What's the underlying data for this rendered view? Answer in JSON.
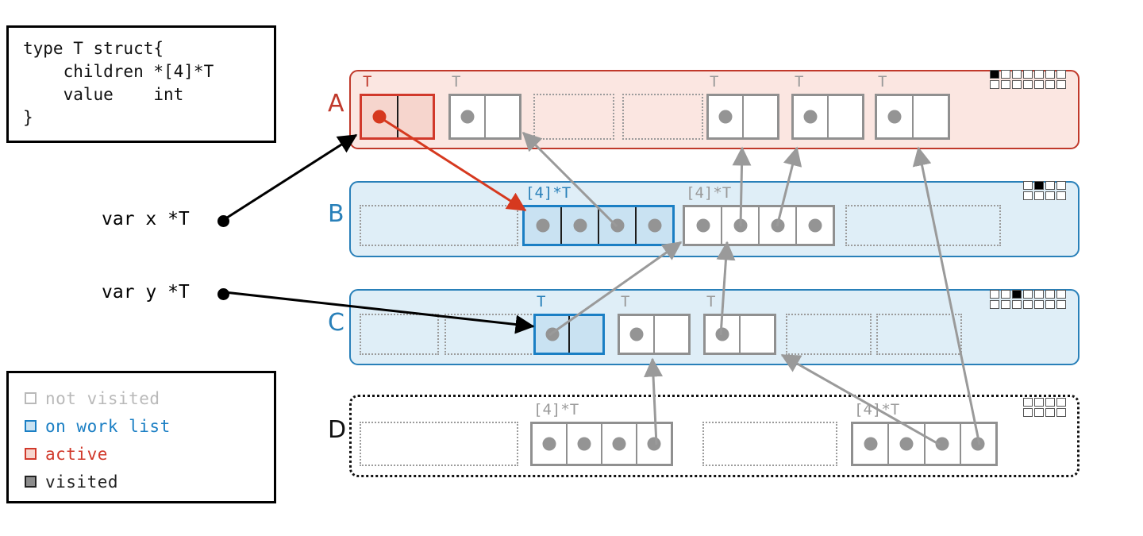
{
  "struct_def": {
    "lines": [
      "type T struct{",
      "    children *[4]*T",
      "    value    int",
      "}"
    ]
  },
  "legend": {
    "items": [
      {
        "label": "not visited",
        "color": "#b9b9b9",
        "fill": "#ffffff"
      },
      {
        "label": "on work list",
        "color": "#1b7fc4",
        "fill": "#c9e2f2"
      },
      {
        "label": "active",
        "color": "#d1392b",
        "fill": "#f6d5cd"
      },
      {
        "label": "visited",
        "color": "#222222",
        "fill": "#8c8c8c"
      }
    ]
  },
  "variables": [
    {
      "name": "var x *T"
    },
    {
      "name": "var y *T"
    }
  ],
  "rows": [
    {
      "label": "A",
      "label_color": "#c0392b",
      "style": "red",
      "meter": {
        "cols": 7,
        "rows": 2,
        "filled": [
          0
        ]
      },
      "slots": [
        {
          "kind": "struct",
          "state": "active",
          "type_label": "T",
          "cells": [
            {
              "dot": "red"
            },
            {
              "dot": "none"
            }
          ]
        },
        {
          "kind": "struct",
          "state": "gray",
          "type_label": "T",
          "cells": [
            {
              "dot": "gray"
            },
            {
              "dot": "none"
            }
          ]
        },
        {
          "kind": "empty"
        },
        {
          "kind": "empty"
        },
        {
          "kind": "struct",
          "state": "gray",
          "type_label": "T",
          "cells": [
            {
              "dot": "gray"
            },
            {
              "dot": "none"
            }
          ]
        },
        {
          "kind": "struct",
          "state": "gray",
          "type_label": "T",
          "cells": [
            {
              "dot": "gray"
            },
            {
              "dot": "none"
            }
          ]
        },
        {
          "kind": "struct",
          "state": "gray",
          "type_label": "T",
          "cells": [
            {
              "dot": "gray"
            },
            {
              "dot": "none"
            }
          ]
        }
      ]
    },
    {
      "label": "B",
      "label_color": "#2980b9",
      "style": "blue",
      "meter": {
        "cols": 4,
        "rows": 2,
        "filled": [
          1
        ]
      },
      "slots": [
        {
          "kind": "empty"
        },
        {
          "kind": "array",
          "state": "work",
          "type_label": "[4]*T",
          "cells": [
            {
              "dot": "gray"
            },
            {
              "dot": "gray"
            },
            {
              "dot": "gray"
            },
            {
              "dot": "gray"
            }
          ]
        },
        {
          "kind": "array",
          "state": "gray",
          "type_label": "[4]*T",
          "cells": [
            {
              "dot": "gray"
            },
            {
              "dot": "gray"
            },
            {
              "dot": "gray"
            },
            {
              "dot": "gray"
            }
          ]
        },
        {
          "kind": "empty"
        }
      ]
    },
    {
      "label": "C",
      "label_color": "#2980b9",
      "style": "blue",
      "meter": {
        "cols": 7,
        "rows": 2,
        "filled": [
          2
        ]
      },
      "slots": [
        {
          "kind": "empty"
        },
        {
          "kind": "empty"
        },
        {
          "kind": "struct",
          "state": "work",
          "type_label": "T",
          "cells": [
            {
              "dot": "gray"
            },
            {
              "dot": "none"
            }
          ]
        },
        {
          "kind": "struct",
          "state": "gray",
          "type_label": "T",
          "cells": [
            {
              "dot": "gray"
            },
            {
              "dot": "none"
            }
          ]
        },
        {
          "kind": "struct",
          "state": "gray",
          "type_label": "T",
          "cells": [
            {
              "dot": "gray"
            },
            {
              "dot": "none"
            }
          ]
        },
        {
          "kind": "empty"
        },
        {
          "kind": "empty"
        }
      ]
    },
    {
      "label": "D",
      "label_color": "#111111",
      "style": "dash",
      "meter": {
        "cols": 4,
        "rows": 2,
        "filled": []
      },
      "slots": [
        {
          "kind": "empty"
        },
        {
          "kind": "array",
          "state": "gray",
          "type_label": "[4]*T",
          "cells": [
            {
              "dot": "gray"
            },
            {
              "dot": "gray"
            },
            {
              "dot": "gray"
            },
            {
              "dot": "gray"
            }
          ]
        },
        {
          "kind": "empty"
        },
        {
          "kind": "array",
          "state": "gray",
          "type_label": "[4]*T",
          "cells": [
            {
              "dot": "gray"
            },
            {
              "dot": "gray"
            },
            {
              "dot": "gray"
            },
            {
              "dot": "gray"
            }
          ]
        }
      ]
    }
  ],
  "colors": {
    "active": "#d1392b",
    "work": "#1b7fc4",
    "gray": "#909090",
    "arrow_gray": "#9a9a9a",
    "arrow_black": "#000000",
    "arrow_red": "#d6391f"
  }
}
